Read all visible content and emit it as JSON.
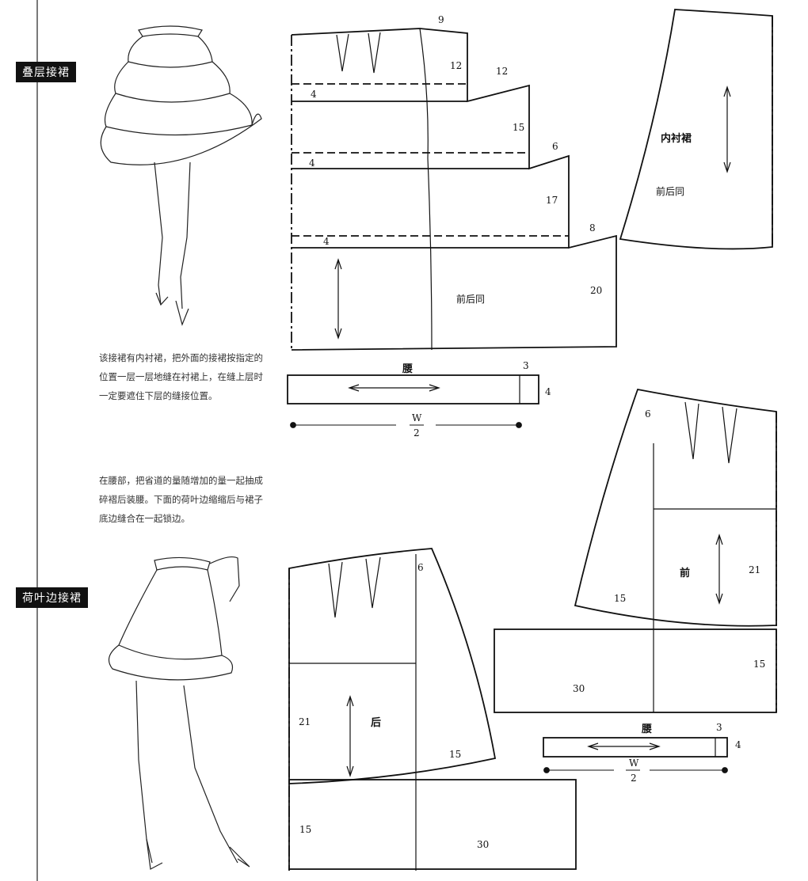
{
  "sections": {
    "tiered": "叠层接裙",
    "ruffle": "荷叶边接裙"
  },
  "notes": {
    "tiered": "该接裙有内衬裙，把外面的接裙按指定的位置一层一层地缝在衬裙上，在缝上层时一定要遮住下层的缝接位置。",
    "ruffle": "在腰部，把省道的量随增加的量一起抽成碎褶后装腰。下面的荷叶边缩缩后与裙子底边缝合在一起锁边。"
  },
  "tiered_pattern": {
    "dims": [
      "9",
      "12",
      "12",
      "15",
      "6",
      "17",
      "8",
      "20"
    ],
    "overlaps": [
      "4",
      "4",
      "4"
    ],
    "same_label": "前后同"
  },
  "lining": {
    "title": "内衬裙",
    "same_label": "前后同"
  },
  "waistband_top": {
    "title": "腰",
    "width": "3",
    "height": "4",
    "w_num": "W",
    "w_den": "2"
  },
  "front_skirt": {
    "dart_label": "6",
    "title": "前",
    "side": "21",
    "hem": "15",
    "ruffle_height": "15",
    "ruffle_width": "30"
  },
  "back_skirt": {
    "dart_label": "6",
    "title": "后",
    "side": "21",
    "hem": "15",
    "ruffle_height": "15",
    "ruffle_width": "30"
  },
  "waistband_bottom": {
    "title": "腰",
    "width": "3",
    "height": "4",
    "w_num": "W",
    "w_den": "2"
  }
}
